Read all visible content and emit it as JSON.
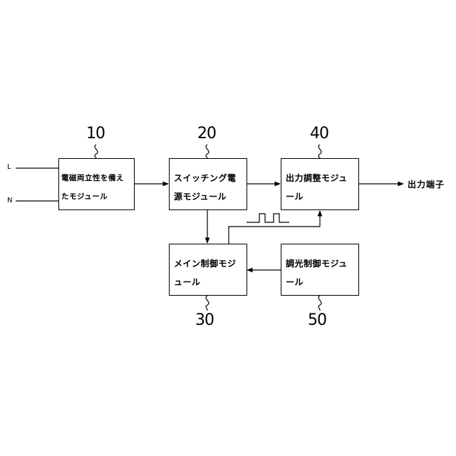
{
  "inputs": {
    "line": "L",
    "neutral": "N"
  },
  "blocks": {
    "emc": {
      "label": "電磁両立性を備えたモジュール",
      "ref": "10"
    },
    "smps": {
      "label": "スイッチング電源モジュール",
      "ref": "20"
    },
    "output_adjust": {
      "label": "出力調整モジュール",
      "ref": "40"
    },
    "main_control": {
      "label": "メイン制御モジュール",
      "ref": "30"
    },
    "dimming_control": {
      "label": "調光制御モジュール",
      "ref": "50"
    }
  },
  "output_terminal": "出力端子",
  "colors": {
    "line": "#000000",
    "background": "#ffffff"
  }
}
